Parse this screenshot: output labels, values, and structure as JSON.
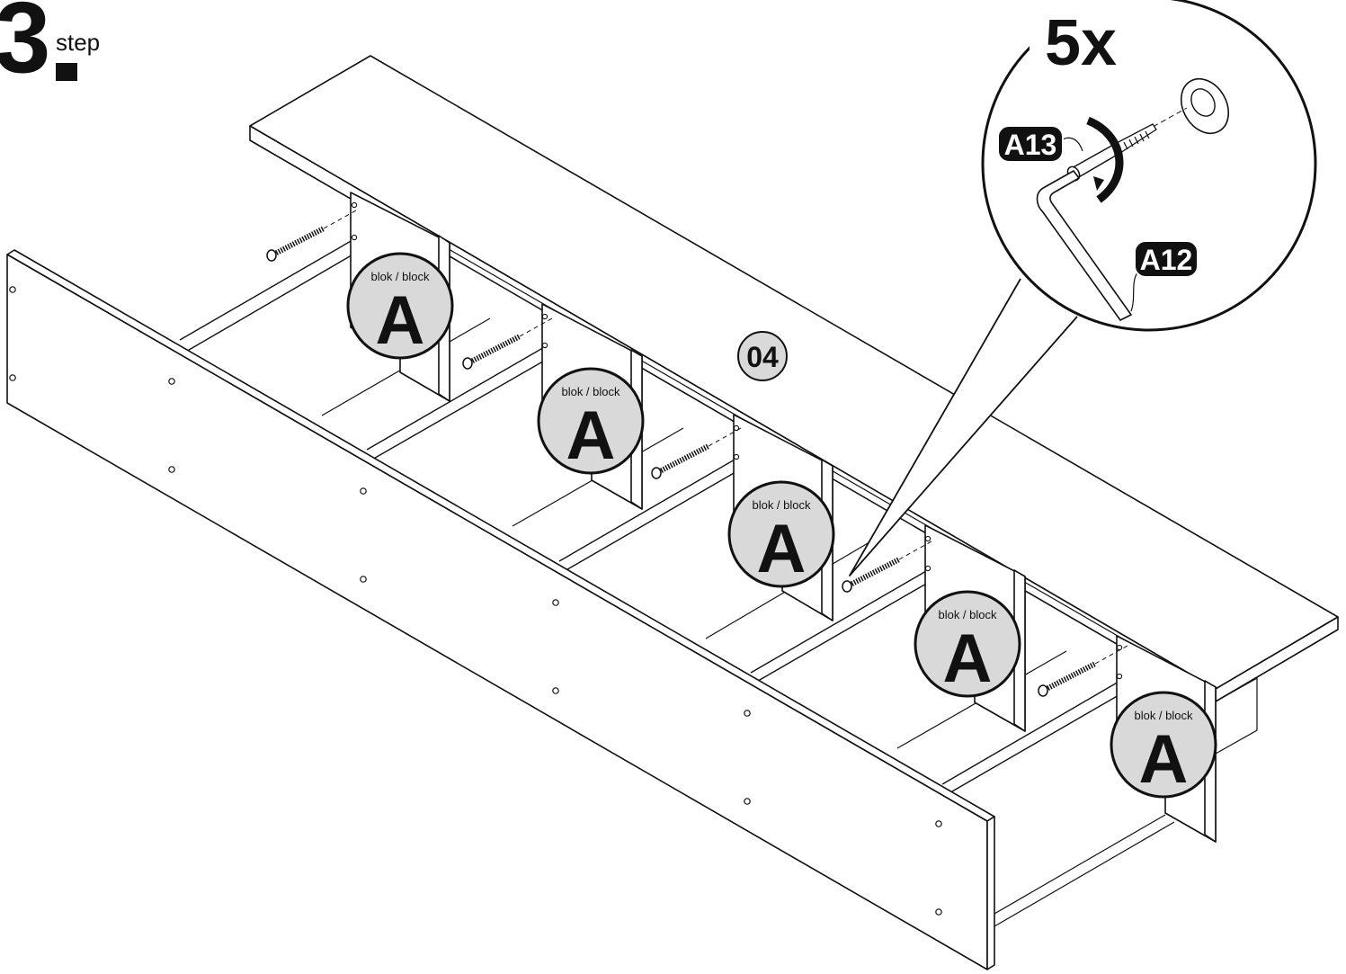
{
  "step": {
    "number": "3",
    "label": "step"
  },
  "part_number": "04",
  "block_callout": {
    "caption": "blok / block",
    "letter": "A",
    "count": 5
  },
  "detail": {
    "quantity": "5x",
    "fastener_label": "A13",
    "tool_label": "A12"
  },
  "colors": {
    "line": "#111111",
    "badge_fill": "#d9d9d9",
    "label_fill": "#111111",
    "panel_fill": "#ffffff"
  }
}
